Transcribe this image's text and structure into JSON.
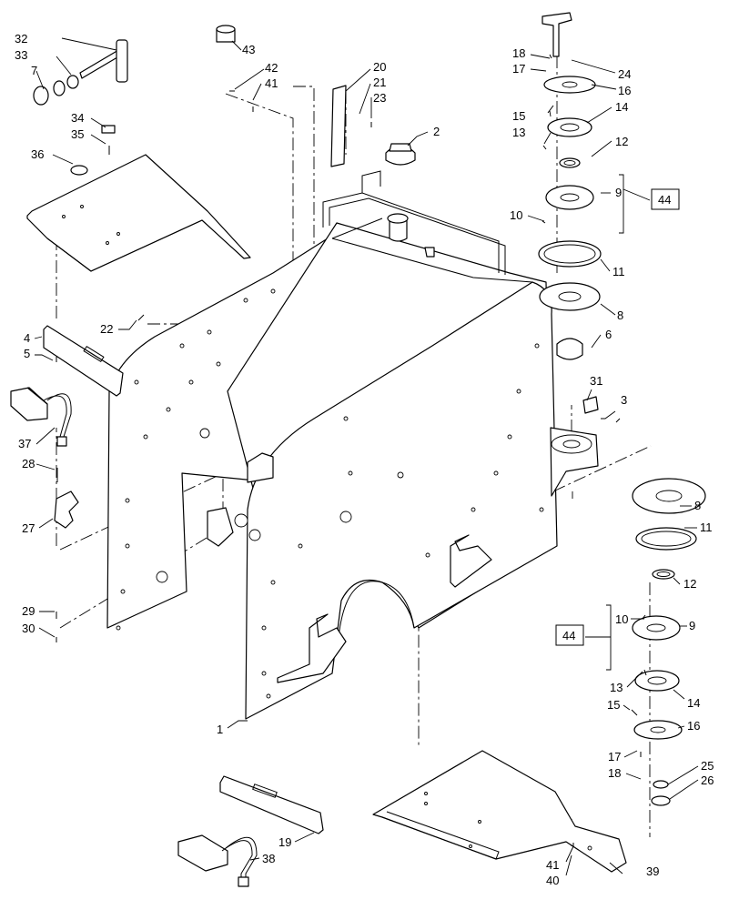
{
  "callouts": {
    "c1": "1",
    "c2": "2",
    "c3": "3",
    "c4": "4",
    "c5": "5",
    "c6": "6",
    "c7": "7",
    "c8a": "8",
    "c8b": "8",
    "c9a": "9",
    "c9b": "9",
    "c10a": "10",
    "c10b": "10",
    "c11a": "11",
    "c11b": "11",
    "c12a": "12",
    "c12b": "12",
    "c13a": "13",
    "c13b": "13",
    "c14a": "14",
    "c14b": "14",
    "c15a": "15",
    "c15b": "15",
    "c16a": "16",
    "c16b": "16",
    "c17a": "17",
    "c17b": "17",
    "c18a": "18",
    "c18b": "18",
    "c19": "19",
    "c20": "20",
    "c21": "21",
    "c22": "22",
    "c23": "23",
    "c24": "24",
    "c25": "25",
    "c26": "26",
    "c27": "27",
    "c28": "28",
    "c29": "29",
    "c30": "30",
    "c31": "31",
    "c32": "32",
    "c33": "33",
    "c34": "34",
    "c35": "35",
    "c36": "36",
    "c37": "37",
    "c38": "38",
    "c39": "39",
    "c40": "40",
    "c41a": "41",
    "c41b": "41",
    "c42": "42",
    "c43": "43"
  },
  "references": {
    "ref_top": "44",
    "ref_bottom": "44"
  }
}
